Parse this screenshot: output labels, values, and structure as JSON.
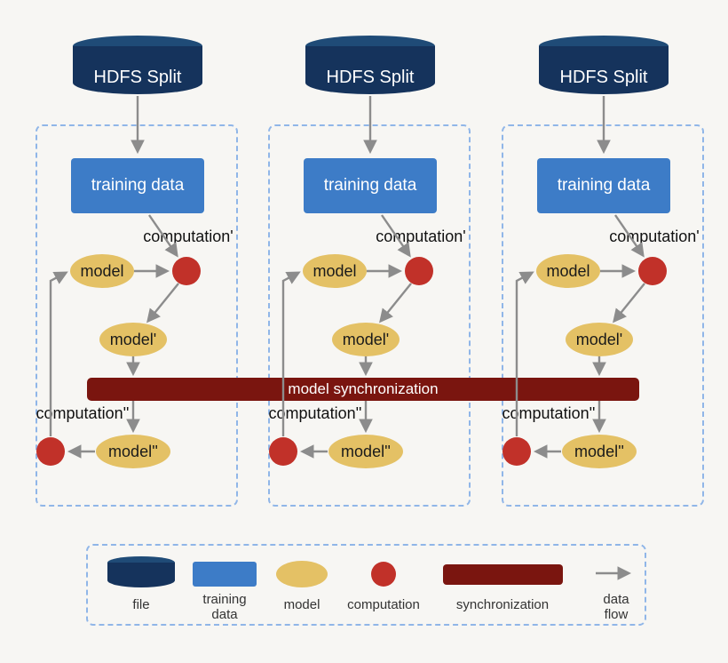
{
  "background": "#f7f6f3",
  "colors": {
    "file_cylinder": "#15335c",
    "file_cylinder_top": "#1f4b77",
    "training_data": "#3d7cc7",
    "model": "#e4c165",
    "computation": "#c13129",
    "synchronization": "#7a150f",
    "arrow": "#8c8c8c",
    "dashed_border": "#90b6e8"
  },
  "columns": [
    {
      "hdfs_label": "HDFS Split",
      "training_data_label": "training data",
      "model_label": "model",
      "computation1_label": "computation'",
      "model1_label": "model'",
      "computation2_label": "computation''",
      "model2_label": "model''"
    },
    {
      "hdfs_label": "HDFS Split",
      "training_data_label": "training data",
      "model_label": "model",
      "computation1_label": "computation'",
      "model1_label": "model'",
      "computation2_label": "computation''",
      "model2_label": "model''"
    },
    {
      "hdfs_label": "HDFS Split",
      "training_data_label": "training data",
      "model_label": "model",
      "computation1_label": "computation'",
      "model1_label": "model'",
      "computation2_label": "computation''",
      "model2_label": "model''"
    }
  ],
  "sync_bar": {
    "label": "model synchronization"
  },
  "legend": {
    "file_label": "file",
    "training_data_label": "training\ndata",
    "model_label": "model",
    "computation_label": "computation",
    "synchronization_label": "synchronization",
    "data_flow_label": "data\nflow"
  }
}
